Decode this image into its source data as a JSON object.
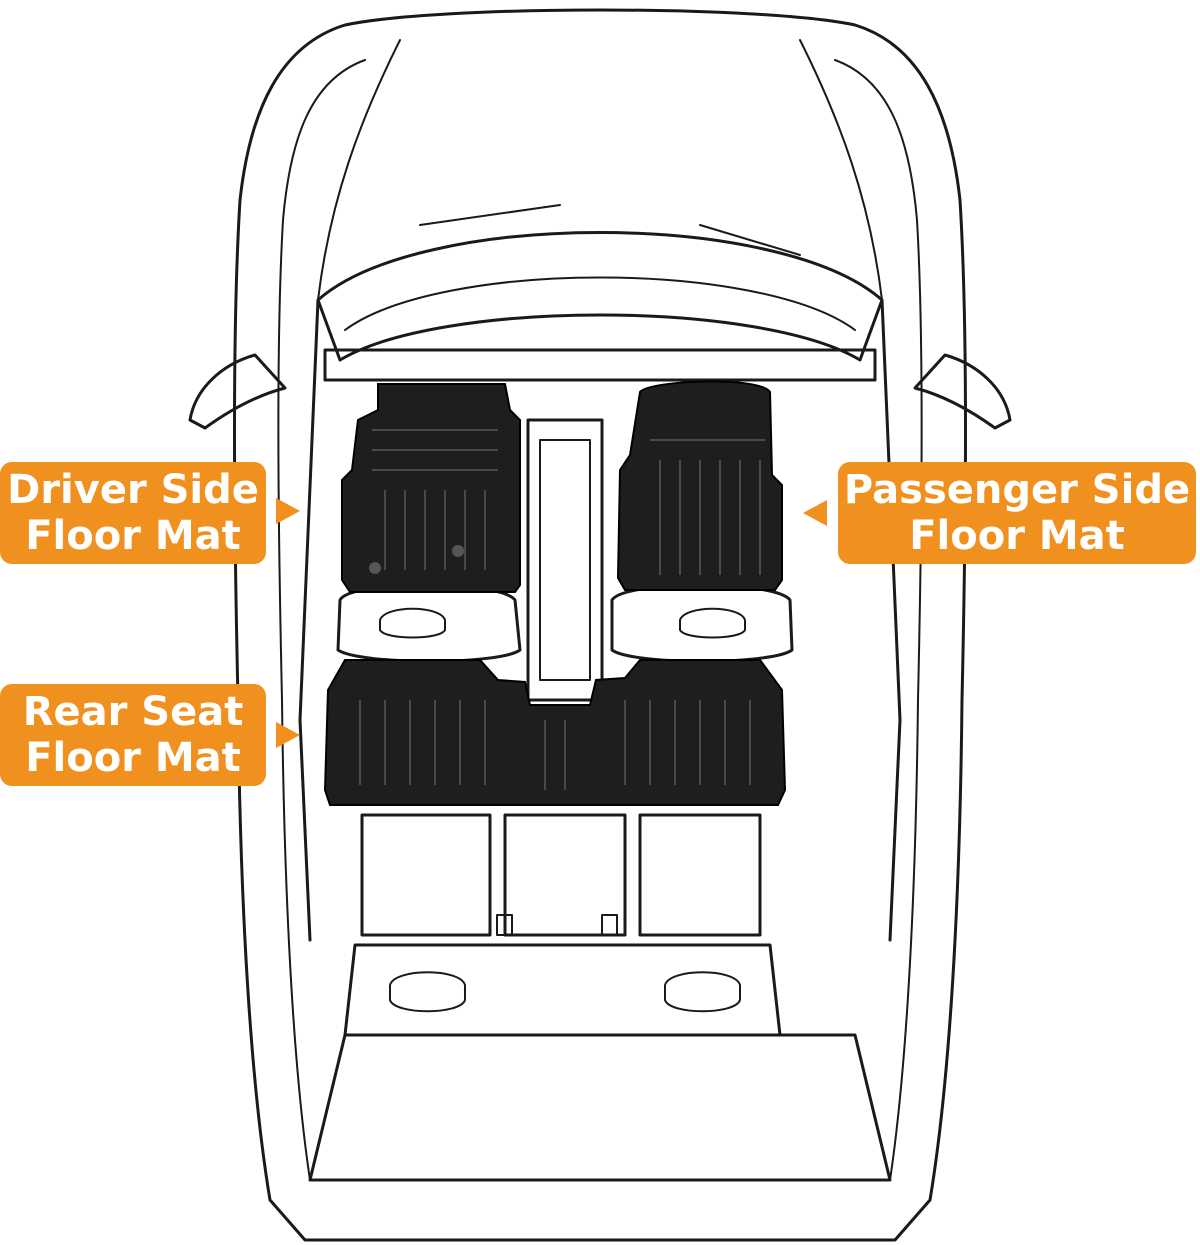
{
  "colors": {
    "accent": "#f0901e",
    "label_text": "#ffffff",
    "outline": "#1a1a1a",
    "mat": "#1e1e1e"
  },
  "labels": {
    "driver": {
      "line1": "Driver Side",
      "line2": "Floor Mat"
    },
    "passenger": {
      "line1": "Passenger Side",
      "line2": "Floor Mat"
    },
    "rear": {
      "line1": "Rear Seat",
      "line2": "Floor Mat"
    }
  }
}
